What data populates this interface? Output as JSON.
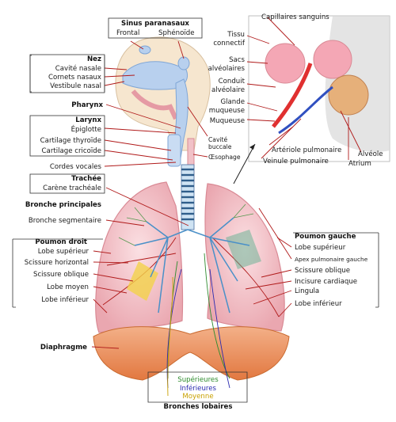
{
  "sinus": {
    "title": "Sinus paranasaux",
    "frontal": "Frontal",
    "sphenoide": "Sphénoïde"
  },
  "nez": {
    "title": "Nez",
    "items": [
      "Cavité nasale",
      "Cornets nasaux",
      "Vestibule nasal"
    ]
  },
  "pharynx": "Pharynx",
  "larynx": {
    "title": "Larynx",
    "items": [
      "Épiglotte",
      "Cartilage thyroïde",
      "Cartilage cricoïde"
    ]
  },
  "cavite_buccale": [
    "Cavité",
    "buccale"
  ],
  "oesophage": "Œsophage",
  "cordes_vocales": "Cordes vocales",
  "trachee": {
    "title": "Trachée",
    "carene": "Carène trachéale"
  },
  "bronche_principales": "Bronche principales",
  "bronche_segmentaire": "Bronche segmentaire",
  "poumon_droit": {
    "title": "Poumon droit",
    "items": [
      "Lobe supérieur",
      "Scissure horizontal",
      "Scissure oblique",
      "Lobe moyen",
      "Lobe inférieur"
    ]
  },
  "diaphragme": "Diaphragme",
  "poumon_gauche": {
    "title": "Poumon gauche",
    "items": [
      "Lobe supérieur",
      "Apex pulmonaire gauche",
      "Scissure oblique",
      "Incisure cardiaque",
      "Lingula",
      "Lobe inférieur"
    ]
  },
  "inset": {
    "capillaires": "Capillaires sanguins",
    "tissu": [
      "Tissu",
      "connectif"
    ],
    "sacs": [
      "Sacs",
      "alvéolaires"
    ],
    "conduit": [
      "Conduit",
      "alvéolaire"
    ],
    "glande": [
      "Glande",
      "muqueuse"
    ],
    "muqueuse": "Muqueuse",
    "arteriole": "Artériole pulmonaire",
    "veinule": "Veinule pulmonaire",
    "alveole": "Alvéole",
    "atrium": "Atrium"
  },
  "bronches_lobaires": {
    "title": "Bronches lobaires",
    "superieures": "Supérieures",
    "inferieures": "Inférieures",
    "moyenne": "Moyenne"
  },
  "colors": {
    "lung": "#f0b8bf",
    "lung_edge": "#d98a95",
    "airway": "#b8d0ee",
    "diaphragm": "#ee9966",
    "leader": "#b01a1a",
    "green": "#2e8b2e",
    "blue": "#2a2ab0",
    "yellow": "#c8a000"
  }
}
